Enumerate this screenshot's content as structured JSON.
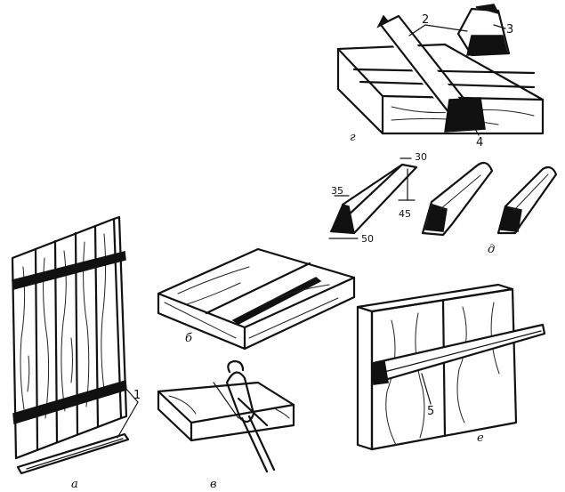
{
  "panels": {
    "a": "а",
    "b": "б",
    "v": "в",
    "g": "г",
    "d": "д",
    "e": "е"
  },
  "callouts": {
    "n1": "1",
    "n2": "2",
    "n3": "3",
    "n4": "4",
    "n5": "5"
  },
  "dimensions": {
    "d30": "30",
    "d35": "35",
    "d45": "45",
    "d50": "50"
  }
}
